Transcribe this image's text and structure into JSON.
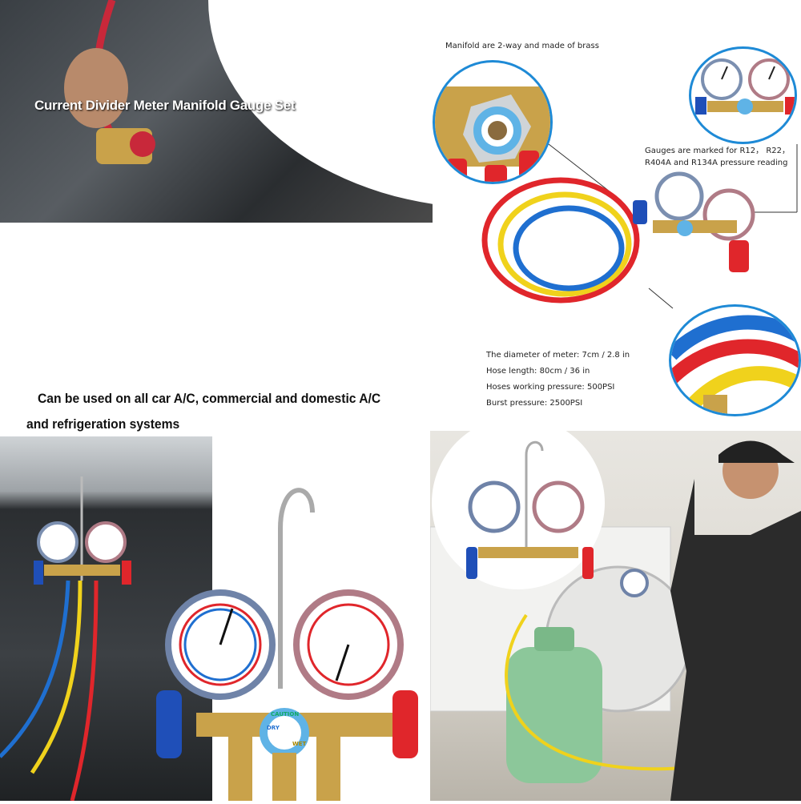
{
  "banner_title": "Current Divider Meter Manifold Gauge Set",
  "features": {
    "manifold": "Manifold are 2-way and made of brass",
    "gauges_line1": "Gauges are marked for R12， R22，",
    "gauges_line2": "R404A and R134A pressure reading",
    "specs": [
      "The diameter of meter: 7cm / 2.8 in",
      "Hose length: 80cm / 36 in",
      "Hoses working pressure: 500PSI",
      "Burst pressure: 2500PSI"
    ]
  },
  "usage_line1": "Can be used on all car A/C, commercial and domestic A/C",
  "usage_line2": "and refrigeration systems",
  "sight_glass": {
    "dry": "DRY",
    "caution": "CAUTION",
    "wet": "WET"
  },
  "colors": {
    "low_side": "#1f4fb8",
    "high_side": "#e0262b",
    "accent": "#1e8ad6",
    "brass": "#c9a24a"
  }
}
